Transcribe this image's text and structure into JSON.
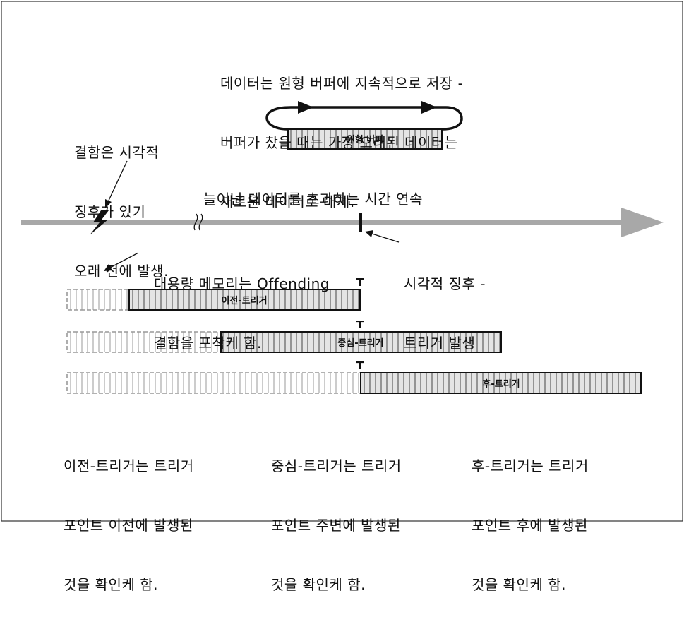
{
  "circular_note": {
    "lines": [
      "데이터는 원형 버퍼에 지속적으로 저장 -",
      "버퍼가 찼을 때는 가장 오래된 데이터는",
      "새로운 데이터로 대체."
    ]
  },
  "circular_buffer_label": "원형 버퍼",
  "fault_note": {
    "lines": [
      "결함은 시각적",
      "징후가 있기",
      "오래 전에 발생."
    ]
  },
  "timeline_label": "늘어난 데이터를 초과하는 시간 연속",
  "memory_note": {
    "lines": [
      "대용량 메모리는 Offending",
      "결함을 포착케 함."
    ]
  },
  "symptom_note": {
    "lines": [
      "시각적 징후 -",
      "트리거 발생"
    ]
  },
  "trigger_mark": "T",
  "buffers": {
    "pre": "이전-트리거",
    "center": "중심-트리거",
    "post": "후-트리거"
  },
  "descriptions": {
    "pre": [
      "이전-트리거는 트리거",
      "포인트 이전에 발생된",
      "것을 확인케 함."
    ],
    "center": [
      "중심-트리거는 트리거",
      "포인트 주변에 발생된",
      "것을 확인케 함."
    ],
    "post": [
      "후-트리거는 트리거",
      "포인트 후에 발생된",
      "것을 확인케 함."
    ]
  }
}
